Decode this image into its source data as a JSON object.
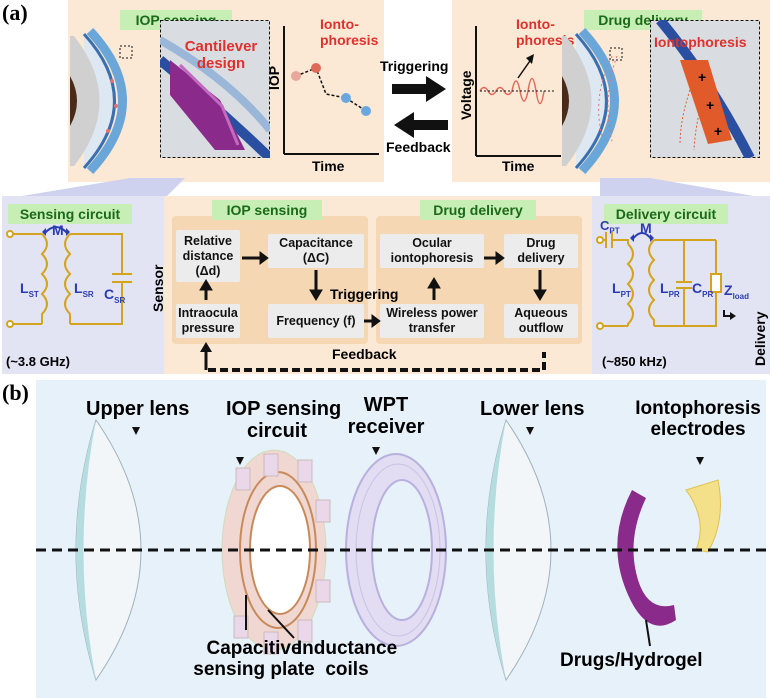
{
  "panel_a": {
    "label": "(a)",
    "iop_tag": "IOP sensing",
    "cantilever": "Cantilever design",
    "iontophoresis_left": "Ionto-\nphoresis",
    "iop_axis": "IOP",
    "time_axis": "Time",
    "triggering": "Triggering",
    "feedback": "Feedback",
    "voltage_axis": "Voltage",
    "iontophoresis_right": "Ionto-\nphoresis",
    "time_axis2": "Time",
    "drug_tag": "Drug delivery",
    "iontophoresis_zoom": "Iontophoresis",
    "sensing_circuit": {
      "title": "Sensing circuit",
      "M": "M",
      "LST": "L",
      "LST_sub": "ST",
      "LSR": "L",
      "LSR_sub": "SR",
      "CSR": "C",
      "CSR_sub": "SR",
      "freq": "(~3.8 GHz)",
      "sensor": "Sensor"
    },
    "flow": {
      "iop_tag": "IOP sensing",
      "drug_tag": "Drug delivery",
      "relative_distance": "Relative distance (Δd)",
      "capacitance": "Capacitance (ΔC)",
      "intraocula": "Intraocula pressure",
      "frequency": "Frequency (f)",
      "triggering": "Triggering",
      "ocular": "Ocular iontophoresis",
      "drug_delivery": "Drug delivery",
      "wireless": "Wireless power transfer",
      "aqueous": "Aqueous outflow",
      "feedback": "Feedback"
    },
    "delivery_circuit": {
      "title": "Delivery circuit",
      "CPT": "C",
      "CPT_sub": "PT",
      "M": "M",
      "LPT": "L",
      "LPT_sub": "PT",
      "LPR": "L",
      "LPR_sub": "PR",
      "CPR": "C",
      "CPR_sub": "PR",
      "Z": "Z",
      "Z_sub": "load",
      "freq": "(~850 kHz)",
      "delivery": "Delivery"
    }
  },
  "panel_b": {
    "label": "(b)",
    "upper_lens": "Upper lens",
    "iop_circuit": "IOP sensing\ncircuit",
    "wpt": "WPT\nreceiver",
    "lower_lens": "Lower lens",
    "electrodes": "Iontophoresis\nelectrodes",
    "capacitive": "Capacitive\nsensing plate",
    "inductance": "Inductance\ncoils",
    "drugs": "Drugs/Hydrogel"
  },
  "colors": {
    "peach": "#fbe9d6",
    "green_tag": "#c7efb5",
    "red_text": "#e0302c",
    "circuit_blue": "#2a3cb0",
    "wire_gold": "#d4a41c",
    "lavender": "#e3e4f3",
    "panel_b_bg": "#e7f1fa",
    "purple": "#8a2a8a"
  }
}
